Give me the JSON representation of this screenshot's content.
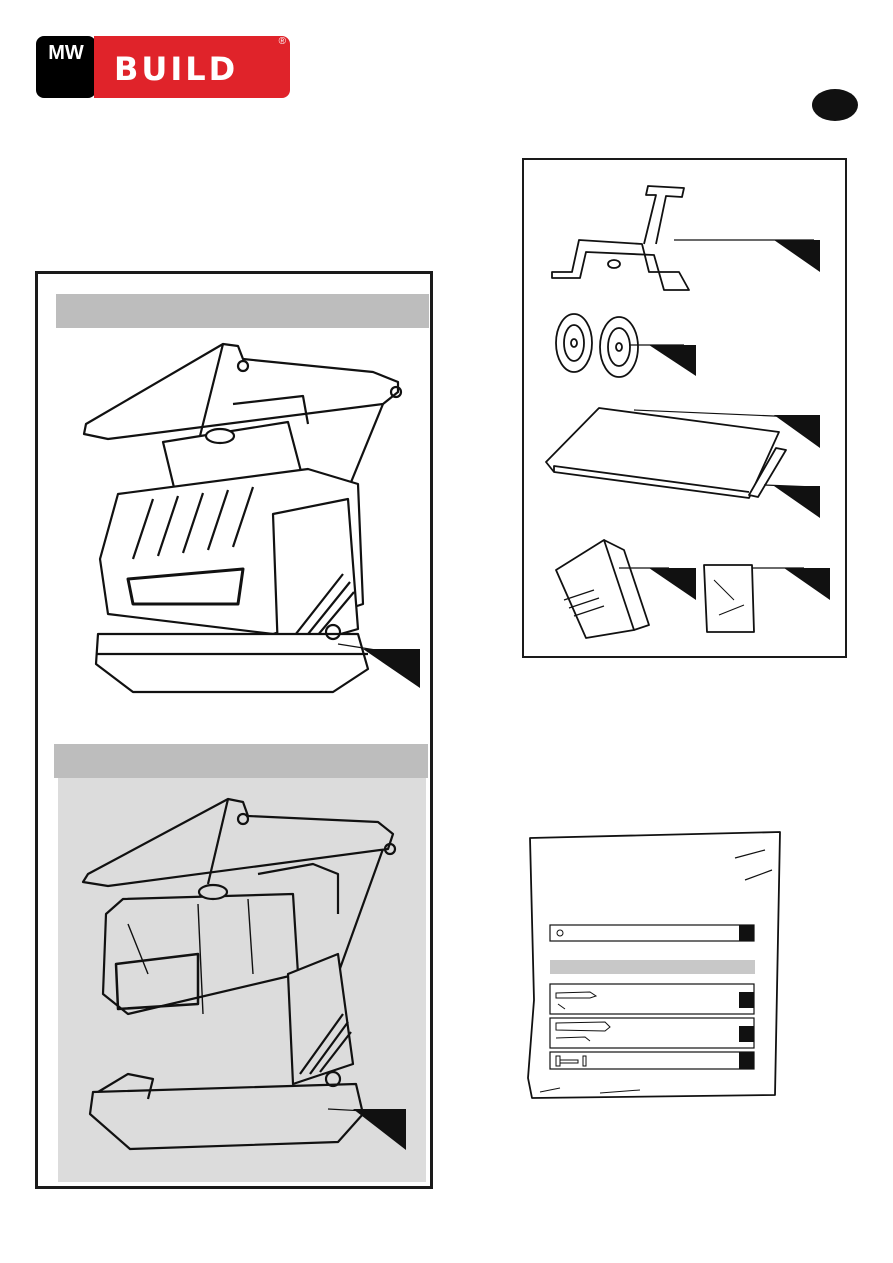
{
  "brand": {
    "mark_text": "MW",
    "name": "BUILD",
    "registered_symbol": "®",
    "colors": {
      "primary": "#e0232a",
      "dark": "#000000"
    }
  },
  "badge": {
    "color": "#111111"
  },
  "left_panel": {
    "sections": [
      {
        "header_bar_color": "#bdbdbd",
        "illustration": "plate-compactor-assembled"
      },
      {
        "header_bar_color": "#bdbdbd",
        "illustration": "plate-compactor-with-frame",
        "background": "#dcdcdc"
      }
    ]
  },
  "parts_panel": {
    "items": [
      {
        "icon": "handle-frame-icon"
      },
      {
        "icon": "wheels-icon"
      },
      {
        "icon": "rubber-pad-icon"
      },
      {
        "icon": "mounting-strip-icon"
      },
      {
        "icon": "manual-icon"
      },
      {
        "icon": "hardware-bag-icon"
      }
    ]
  },
  "hardware_bag": {
    "rows": [
      {
        "icon": "washer-icon"
      },
      {
        "icon": "pin-clip-icon"
      },
      {
        "icon": "pin-icon"
      },
      {
        "icon": "bolt-icon"
      }
    ],
    "subheader_color": "#c8c8c8"
  }
}
